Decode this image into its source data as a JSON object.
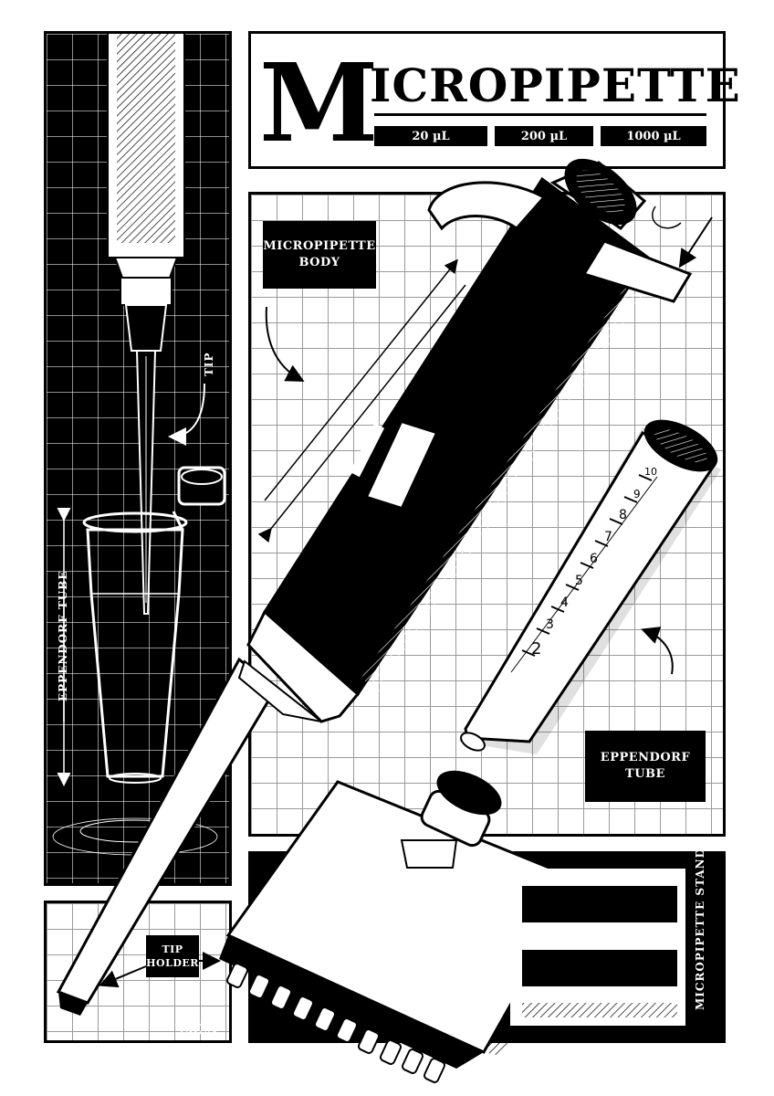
{
  "title": {
    "first_letter": "M",
    "rest": "ICROPIPETTE"
  },
  "volumes": [
    "20 µL",
    "200 µL",
    "1000 µL"
  ],
  "labels": {
    "micropipette_body": [
      "MICROPIPETTE",
      "BODY"
    ],
    "eppendorf_tube": [
      "EPPENDORF",
      "TUBE"
    ],
    "tip_holder": [
      "TIP",
      "HOLDER"
    ],
    "tip": "TIP",
    "eppendorf_tube_vertical": "EPPENDORF TUBE",
    "micropipette_stand": "MICROPIPETTE STAND"
  },
  "tube_scale": [
    "2",
    "3",
    "4",
    "5",
    "6",
    "7",
    "8",
    "9",
    "10"
  ],
  "year": "2023",
  "colors": {
    "ink": "#000000",
    "paper": "#ffffff",
    "grid": "#9a9a9a"
  }
}
